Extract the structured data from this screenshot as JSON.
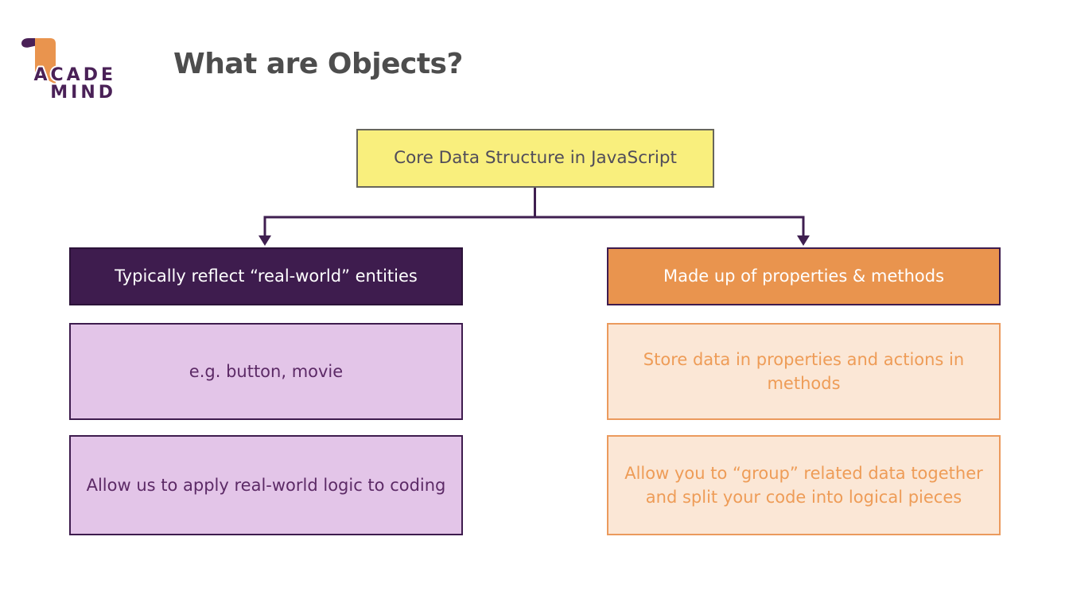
{
  "logo": {
    "brand_top": "ACADE",
    "brand_bottom": "MIND",
    "colors": {
      "ribbon_orange": "#e9944e",
      "brand_purple": "#4a2157"
    }
  },
  "header": {
    "title": "What are Objects?"
  },
  "diagram": {
    "connector_color": "#3f1f50",
    "root": {
      "label": "Core Data Structure in JavaScript",
      "fill": "#f9ef7d",
      "border": "#68665c",
      "text_color": "#504c5a"
    },
    "left_branch": {
      "header": {
        "label": "Typically reflect “real-world” entities",
        "fill": "#3e1c4e",
        "text_color": "#ffffff"
      },
      "items": [
        {
          "label": "e.g. button, movie"
        },
        {
          "label": "Allow us to apply real-world logic to coding"
        }
      ],
      "item_fill": "#e3c5e8",
      "item_border": "#3e1c4e",
      "item_text_color": "#5c2a66"
    },
    "right_branch": {
      "header": {
        "label": "Made up of properties & methods",
        "fill": "#e9944e",
        "text_color": "#ffffff"
      },
      "items": [
        {
          "label": "Store data in properties and actions in methods"
        },
        {
          "label": "Allow you to “group” related data together and split your code into logical pieces"
        }
      ],
      "item_fill": "#fbe7d6",
      "item_border": "#eb9a5d",
      "item_text_color": "#ee9c57"
    }
  }
}
